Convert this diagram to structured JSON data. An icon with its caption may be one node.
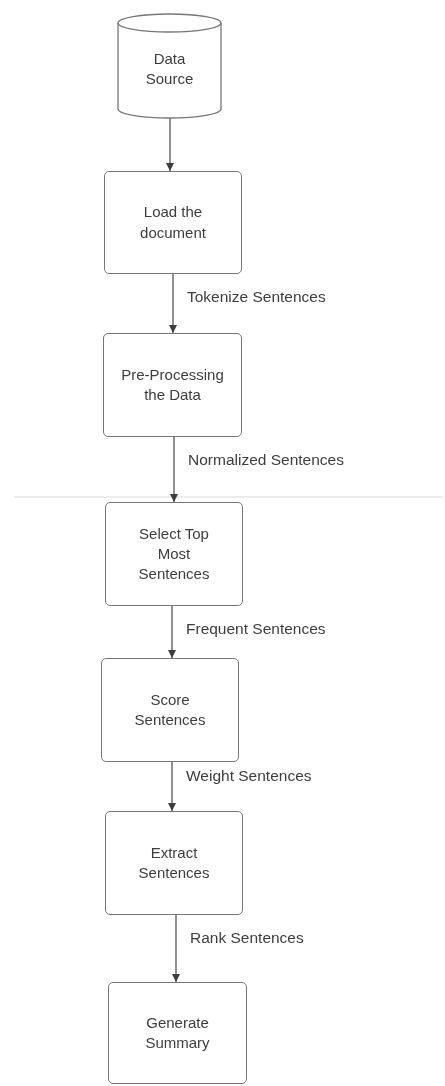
{
  "diagram": {
    "nodes": [
      {
        "text": [
          "Data Source"
        ]
      },
      {
        "text": [
          "Load the document"
        ]
      },
      {
        "text": [
          "Pre-Processing the Data"
        ]
      },
      {
        "text": [
          "Select Top Most Sentences"
        ]
      },
      {
        "text": [
          "Score Sentences"
        ]
      },
      {
        "text": [
          "Extract Sentences"
        ]
      },
      {
        "text": [
          "Generate Summary"
        ]
      }
    ],
    "edges": [
      {
        "from": 0,
        "to": 1,
        "arrow": "to"
      },
      {
        "from": 1,
        "to": 2,
        "arrow": "to",
        "label": "Tokenize Sentences"
      },
      {
        "from": 2,
        "to": 3,
        "arrow": "to",
        "label": "Normalized Sentences"
      },
      {
        "from": 3,
        "to": 4,
        "arrow": "to",
        "label": "Frequent Sentences"
      },
      {
        "from": 4,
        "to": 5,
        "arrow": "to",
        "label": "Weight Sentences"
      },
      {
        "from": 5,
        "to": 6,
        "arrow": "to",
        "label": "Rank Sentences"
      }
    ]
  }
}
